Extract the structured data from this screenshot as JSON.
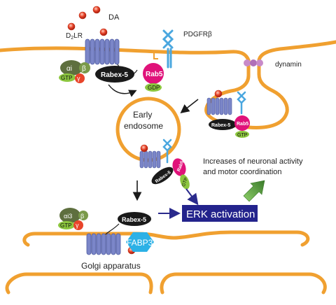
{
  "labels": {
    "da": "DA",
    "d2lr_prefix": "D",
    "d2lr_sub": "2",
    "d2lr_suffix": "LR",
    "pdgfrb": "PDGFRβ",
    "dynamin": "dynamin",
    "early_endosome_line1": "Early",
    "early_endosome_line2": "endosome",
    "outcome_line1": "Increases of neuronal activity",
    "outcome_line2": "and motor coordination",
    "erk": "ERK activation",
    "fabp3": "FABP3",
    "golgi": "Golgi apparatus"
  },
  "molecules": {
    "rabex5": "Rabex-5",
    "rab5": "Rab5",
    "gdp": "GDP",
    "gtp": "GTP",
    "alpha_i": "αi",
    "alpha_i3": "αi3",
    "beta": "β",
    "gamma": "γ"
  },
  "colors": {
    "membrane": "#f0a030",
    "receptor": "#7b86c8",
    "receptor_dark": "#4d5aa0",
    "alpha": "#5e6f3e",
    "gtp": "#8cc63e",
    "gamma": "#e8442a",
    "rab5": "#e0127a",
    "rabex": "#1a1a1a",
    "pdgfr": "#4aa7df",
    "dynamin": "#c88ac8",
    "erk_bg": "#23238c",
    "fabp3": "#2cb1e6",
    "arrow_blue": "#2a2a8c",
    "arrow_green": "#5a9a3a",
    "da_dot": "#e8442a"
  }
}
